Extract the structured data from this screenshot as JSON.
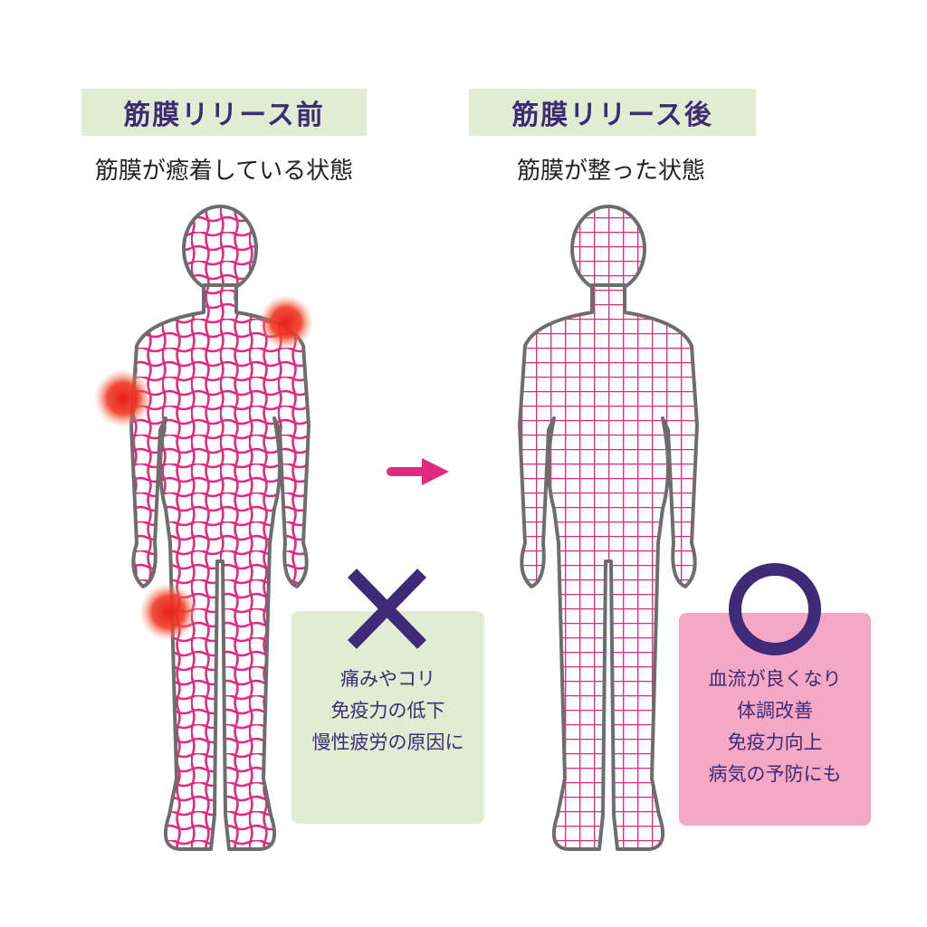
{
  "before": {
    "title": "筋膜リリース前",
    "subtitle": "筋膜が癒着している状態",
    "mark": "cross",
    "effects": [
      "痛みやコリ",
      "免疫力の低下",
      "慢性疲労の原因に"
    ]
  },
  "after": {
    "title": "筋膜リリース後",
    "subtitle": "筋膜が整った状態",
    "mark": "circle",
    "effects": [
      "血流が良くなり",
      "体調改善",
      "免疫力向上",
      "病気の予防にも"
    ]
  },
  "colors": {
    "title_bg": "#e2ecd3",
    "title_text": "#3d2b74",
    "grid": "#e0297f",
    "outline": "#6d6d6d",
    "after_box": "#f4a8c6",
    "arrow": "#e0297f"
  }
}
